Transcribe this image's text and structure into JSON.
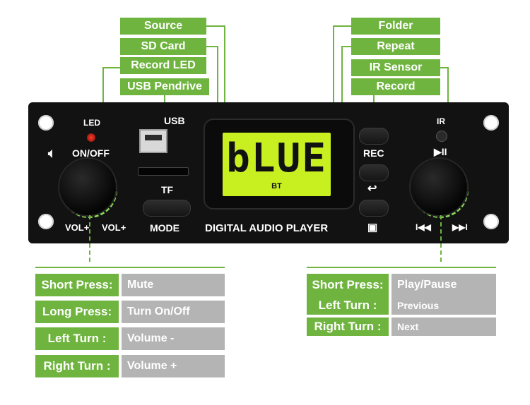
{
  "callouts_top_left": [
    "Source",
    "SD Card",
    "Record LED",
    "USB Pendrive"
  ],
  "callouts_top_right": [
    "Folder",
    "Repeat",
    "IR Sensor",
    "Record"
  ],
  "panel": {
    "led_label": "LED",
    "on_off_label": "ON/OFF",
    "usb_label": "USB",
    "tf_label": "TF",
    "mode_label": "MODE",
    "vol_plus_left": "VOL+",
    "vol_plus_right": "VOL+",
    "rec_label": "REC",
    "ir_label": "IR",
    "play_pause_symbol": "▶II",
    "prev_symbol": "I◀◀",
    "next_symbol": "▶▶I",
    "product_name": "DIGITAL AUDIO PLAYER",
    "display_text": "bLUE",
    "display_sub": "BT"
  },
  "left_knob_functions": [
    {
      "action": "Short Press:",
      "result": "Mute"
    },
    {
      "action": "Long Press:",
      "result": "Turn On/Off"
    },
    {
      "action": "Left Turn :",
      "result": "Volume -"
    },
    {
      "action": "Right Turn :",
      "result": "Volume +"
    }
  ],
  "right_knob_functions": [
    {
      "action": "Short Press:",
      "result": "Play/Pause"
    },
    {
      "action": "Left Turn :",
      "result": "Previous"
    },
    {
      "action": "Right Turn :",
      "result": "Next"
    }
  ],
  "colors": {
    "accent_green": "#6fb43f",
    "value_gray": "#b4b4b4",
    "panel_black": "#121212",
    "lcd_yellow": "#c8f020"
  }
}
